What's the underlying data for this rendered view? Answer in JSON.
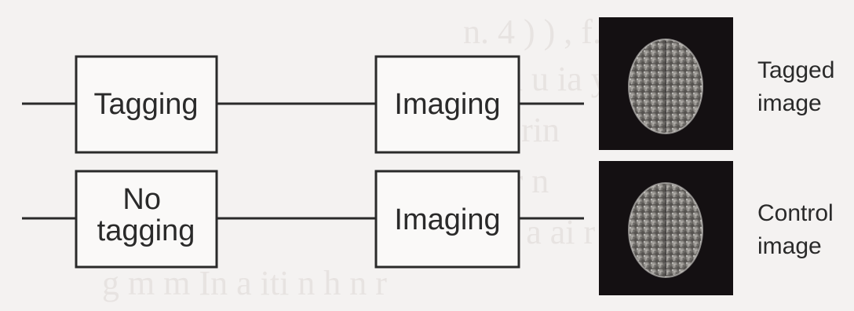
{
  "rows": [
    {
      "id": "tagged",
      "step1_lines": [
        "Tagging"
      ],
      "step2_lines": [
        "Imaging"
      ],
      "output_lines": [
        "Tagged",
        "image"
      ]
    },
    {
      "id": "control",
      "step1_lines": [
        "No",
        "tagging"
      ],
      "step2_lines": [
        "Imaging"
      ],
      "output_lines": [
        "Control",
        "image"
      ]
    }
  ],
  "colors": {
    "line": "#2a2a2a",
    "mri_background": "#141012",
    "brain_tissue": "#8f8c88",
    "page_background": "#f4f2f1"
  }
}
